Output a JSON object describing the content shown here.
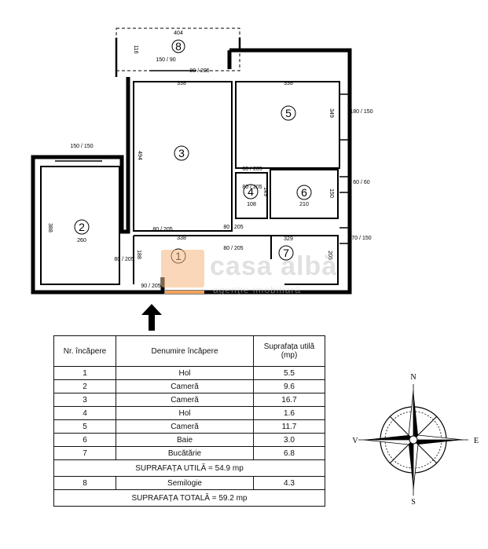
{
  "plan": {
    "room_numbers": [
      "1",
      "2",
      "3",
      "4",
      "5",
      "6",
      "7",
      "8"
    ],
    "dimensions": {
      "r8_width": "404",
      "r8_height": "116",
      "r8_window": "150 / 90",
      "door_3_top": "80 / 205",
      "r3_width_top": "338",
      "r3_height": "494",
      "r3_width_bottom": "338",
      "r3_door": "80 / 205",
      "r5_width": "338",
      "r5_height": "349",
      "r5_window": "180 / 150",
      "r5_door": "80 / 205",
      "r4_width": "108",
      "r4_height": "149",
      "r4_door": "80 / 205",
      "r6_width": "210",
      "r6_height": "150",
      "r6_window": "60 / 60",
      "r2_window": "150 / 150",
      "r2_height": "388",
      "r2_width": "260",
      "r2_door": "80 / 205",
      "r1_height": "188",
      "r1_door": "80 / 205",
      "r7_width": "329",
      "r7_height": "205",
      "r7_window": "70 / 150",
      "r7_door": "80 / 205",
      "entrance": "90 / 205"
    }
  },
  "watermark": {
    "name": "casa albă",
    "sub": "agenție imobiliară"
  },
  "table": {
    "header": {
      "nr": "Nr. încăpere",
      "name": "Denumire încăpere",
      "area": "Suprafața utilă (mp)"
    },
    "rows": [
      {
        "nr": "1",
        "name": "Hol",
        "area": "5.5"
      },
      {
        "nr": "2",
        "name": "Cameră",
        "area": "9.6"
      },
      {
        "nr": "3",
        "name": "Cameră",
        "area": "16.7"
      },
      {
        "nr": "4",
        "name": "Hol",
        "area": "1.6"
      },
      {
        "nr": "5",
        "name": "Cameră",
        "area": "11.7"
      },
      {
        "nr": "6",
        "name": "Baie",
        "area": "3.0"
      },
      {
        "nr": "7",
        "name": "Bucătărie",
        "area": "6.8"
      }
    ],
    "useful_total": "SUPRAFAȚA UTILĂ = 54.9 mp",
    "row8": {
      "nr": "8",
      "name": "Semilogie",
      "area": "4.3"
    },
    "grand_total": "SUPRAFAȚA TOTALĂ = 59.2 mp"
  },
  "compass": {
    "n": "N",
    "s": "S",
    "e": "E",
    "v": "V"
  }
}
